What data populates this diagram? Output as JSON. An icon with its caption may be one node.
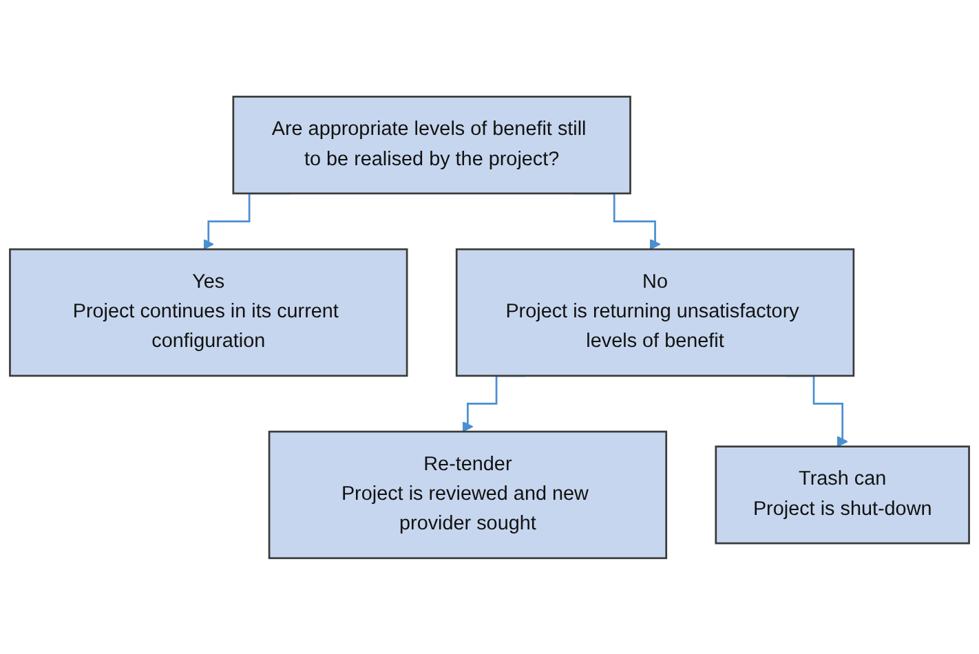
{
  "diagram": {
    "nodes": [
      {
        "text": [
          "Are appropriate levels of benefit still to be realised by the project?"
        ]
      },
      {
        "text": [
          "Yes",
          "Project continues in its current configuration"
        ]
      },
      {
        "text": [
          "No",
          "Project is returning unsatisfactory levels of benefit"
        ]
      },
      {
        "text": [
          "Re-tender",
          "Project is reviewed and new provider sought"
        ]
      },
      {
        "text": [
          "Trash can",
          "Project is shut-down"
        ]
      }
    ],
    "edges": [
      {
        "from": 0,
        "to": 1,
        "arrow": "to"
      },
      {
        "from": 0,
        "to": 2,
        "arrow": "to"
      },
      {
        "from": 2,
        "to": 3,
        "arrow": "to"
      },
      {
        "from": 2,
        "to": 4,
        "arrow": "to"
      }
    ]
  }
}
